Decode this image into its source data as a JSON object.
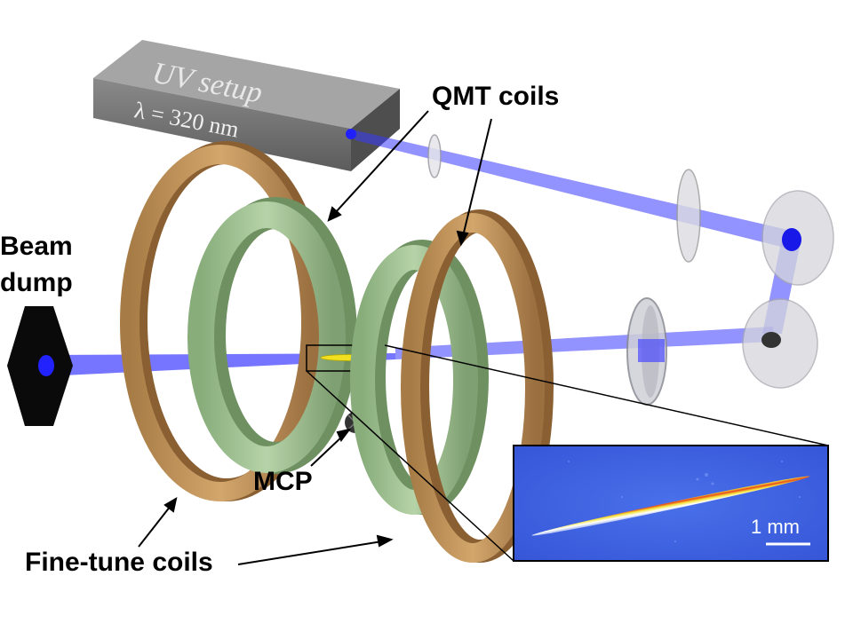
{
  "uv_setup": {
    "title": "UV setup",
    "wavelength": "λ = 320 nm"
  },
  "labels": {
    "qmt_coils": "QMT coils",
    "beam_dump_line1": "Beam",
    "beam_dump_line2": "dump",
    "mcp": "MCP",
    "fine_tune_coils": "Fine-tune coils"
  },
  "inset": {
    "scale_bar_label": "1 mm"
  },
  "colors": {
    "beam": "#3b3bff",
    "qmt_coil": "#a8c79a",
    "fine_tune_coil": "#c49a63",
    "uv_box": "#6f6f6f",
    "inset_bg": "#3a5fe0",
    "ion_cloud": "#f0e020"
  }
}
